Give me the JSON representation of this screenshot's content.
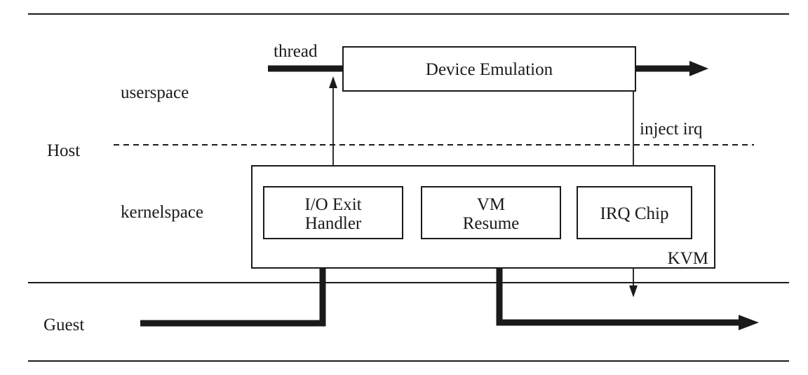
{
  "layers": {
    "userspace": "userspace",
    "host": "Host",
    "kernelspace": "kernelspace",
    "guest": "Guest"
  },
  "labels": {
    "thread": "thread",
    "inject_irq": "inject irq",
    "kvm": "KVM"
  },
  "boxes": {
    "device_emulation": "Device Emulation",
    "io_exit_handler": [
      "I/O Exit",
      "Handler"
    ],
    "vm_resume": [
      "VM",
      "Resume"
    ],
    "irq_chip": "IRQ Chip"
  }
}
